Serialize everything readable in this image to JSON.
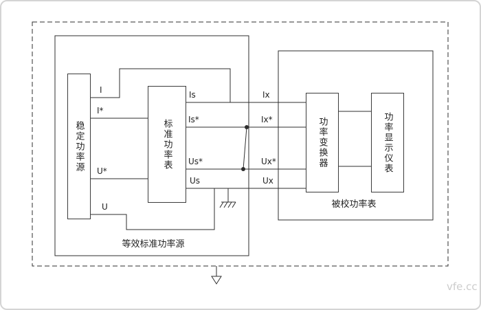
{
  "diagram": {
    "boxes": {
      "stable_source": "稳定功率源",
      "standard_meter": "标准功率表",
      "equivalent_source": "等效标准功率源",
      "dut": "被校功率表",
      "converter": "功率变换器",
      "display": "功率显示仪表"
    },
    "terminals": {
      "source": [
        "I",
        "I*",
        "U*",
        "U"
      ],
      "standard": [
        "Is",
        "Is*",
        "Us*",
        "Us"
      ],
      "dut": [
        "Ix",
        "Ix*",
        "Ux*",
        "Ux"
      ]
    },
    "watermark": "vfe.cc",
    "colors": {
      "line": "#2e2e2e",
      "frame": "#d4d4d4",
      "watermark": "#cccccc"
    }
  }
}
